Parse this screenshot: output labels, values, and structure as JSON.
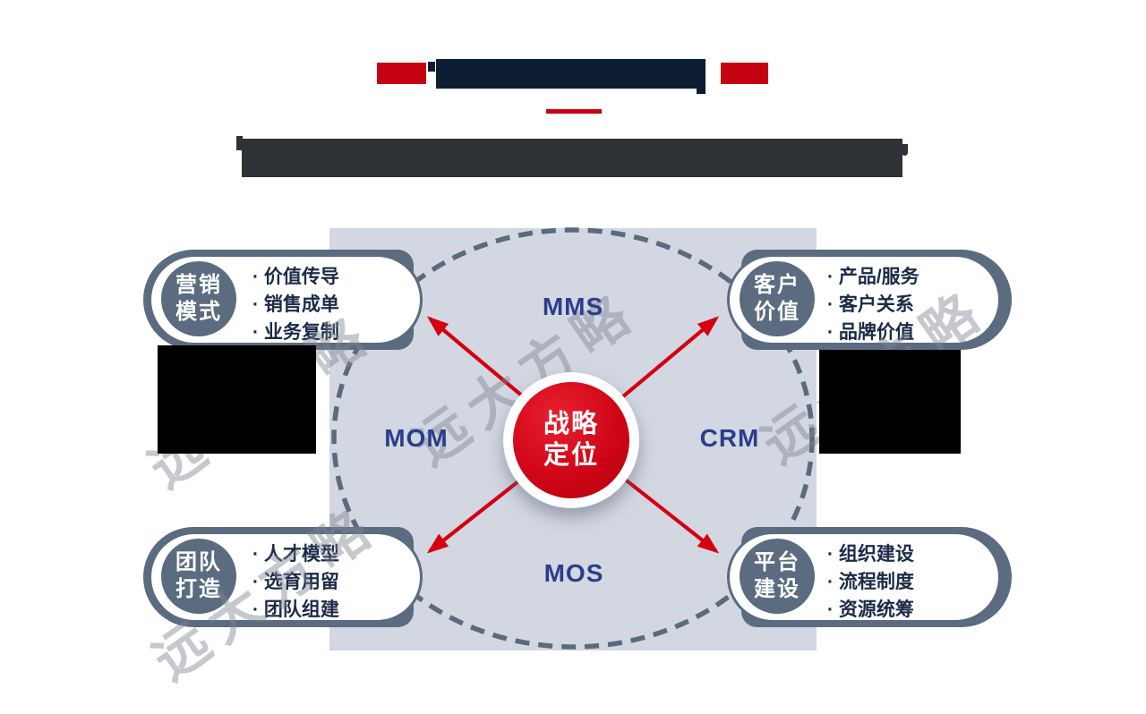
{
  "colors": {
    "accent_red": "#c60310",
    "arrow_red": "#d4010f",
    "slate": "#5b6b80",
    "panel_bg": "#d3d7e2",
    "navy_label": "#2b3e8c",
    "item_text": "#1b2a47",
    "title_redaction": "#0d1e33",
    "subtitle_redaction": "#2e3237"
  },
  "header": {
    "title_redacted": "true",
    "subtitle_redacted": "true"
  },
  "watermark": {
    "text": "远大方略"
  },
  "center": {
    "line1": "战略",
    "line2": "定位"
  },
  "quadrants": {
    "top": "MMS",
    "right": "CRM",
    "left": "MOM",
    "bottom": "MOS"
  },
  "pills": [
    {
      "tag_line1": "营销",
      "tag_line2": "模式",
      "items": [
        "· 价值传导",
        "· 销售成单",
        "· 业务复制"
      ]
    },
    {
      "tag_line1": "客户",
      "tag_line2": "价值",
      "items": [
        "· 产品/服务",
        "· 客户关系",
        "· 品牌价值"
      ]
    },
    {
      "tag_line1": "团队",
      "tag_line2": "打造",
      "items": [
        "· 人才模型",
        "· 选育用留",
        "· 团队组建"
      ]
    },
    {
      "tag_line1": "平台",
      "tag_line2": "建设",
      "items": [
        "· 组织建设",
        "· 流程制度",
        "· 资源统筹"
      ]
    }
  ]
}
